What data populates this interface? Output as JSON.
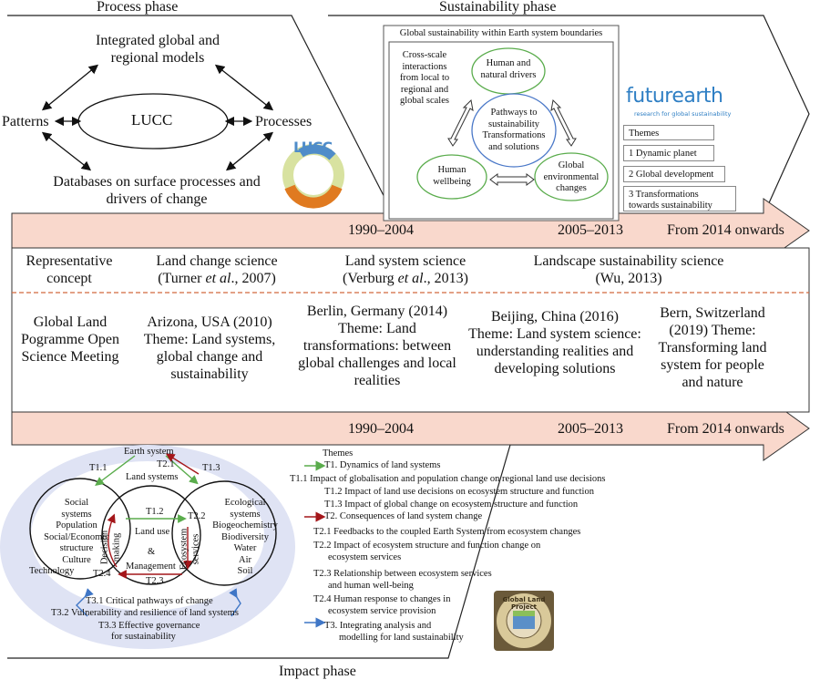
{
  "phases": {
    "process": "Process phase",
    "sustainability": "Sustainability phase",
    "impact": "Impact phase"
  },
  "process_panel": {
    "top": "Integrated global and regional models",
    "left": "Patterns",
    "center": "LUCC",
    "right": "Processes",
    "bottom": "Databases on surface processes and drivers of change",
    "logo_text": "LUCC"
  },
  "sustainability_panel": {
    "title": "Global sustainability within Earth system boundaries",
    "cross_scale": "Cross-scale interactions from local to regional and global scales",
    "human_natural": "Human and natural drivers",
    "pathways": "Pathways to sustainability Transformations and solutions",
    "human_wellbeing": "Human wellbeing",
    "global_env": "Global environmental changes",
    "logo_main": "futurearth",
    "logo_sub": "research for global sustainability",
    "themes_title": "Themes",
    "themes": [
      "1 Dynamic planet",
      "2 Global development",
      "3 Transformations towards sustainability"
    ]
  },
  "timeline": {
    "p1": "1990–2004",
    "p2": "2005–2013",
    "p3": "From 2014 onwards"
  },
  "table": {
    "concept_label": "Representative concept",
    "concept_1a": "Land change science",
    "concept_1b_pre": "(Turner ",
    "concept_1b_em": "et al",
    "concept_1b_post": "., 2007)",
    "concept_2a": "Land system science",
    "concept_2b_pre": "(Verburg ",
    "concept_2b_em": "et al",
    "concept_2b_post": "., 2013)",
    "concept_3a": "Landscape sustainability science",
    "concept_3b": "(Wu, 2013)",
    "meeting_label": "Global Land Pogramme Open Science Meeting",
    "meeting_1": "Arizona, USA (2010) Theme: Land systems, global change and sustainability",
    "meeting_2": "Berlin, Germany (2014) Theme: Land transformations: between global challenges and local realities",
    "meeting_3": "Beijing, China (2016) Theme: Land system science: understanding realities and developing solutions",
    "meeting_4": "Bern, Switzerland (2019) Theme: Transforming land system for people and nature"
  },
  "impact_diagram": {
    "earth_system": "Earth system",
    "t11_top": "T1.1",
    "t21_top": "T2.1",
    "t13_top": "T1.3",
    "land_systems": "Land systems",
    "social": [
      "Social",
      "systems",
      "Population",
      "Social/Economic",
      "structure",
      "Culture",
      "Technology"
    ],
    "t12": "T1.2",
    "land_use": "Land use",
    "amp": "&",
    "management": "Management",
    "decision": "Decision making",
    "ecoserv": "Ecosystem services",
    "t22": "T2.2",
    "t23": "T2.3",
    "t24": "T2.4",
    "ecological": [
      "Ecological",
      "systems",
      "Biogeochemistry",
      "Biodiversity",
      "Water",
      "Air",
      "Soil"
    ],
    "t31": "T3.1 Critical pathways of change",
    "t32": "T3.2 Vulnerability and resilience of land systems",
    "t33a": "T3.3 Effective governance",
    "t33b": "for sustainability"
  },
  "legend": {
    "title": "Themes",
    "t1": "T1. Dynamics of land systems",
    "t1_1": "T1.1 Impact of globalisation and population change on regional land use decisions",
    "t1_2": "T1.2 Impact of land use decisions on ecosystem structure and function",
    "t1_3": "T1.3 Impact of global change on ecosystem structure and function",
    "t2": "T2. Consequences of land system change",
    "t2_1": "T2.1 Feedbacks to the coupled Earth System from ecosystem changes",
    "t2_2a": "T2.2 Impact of ecosystem structure and function change on",
    "t2_2b": "ecosystem services",
    "t2_3a": "T2.3 Relationship between ecosystem services",
    "t2_3b": "and human well-being",
    "t2_4a": "T2.4 Human response to changes in",
    "t2_4b": "ecosystem service provision",
    "t3a": "T3. Integrating analysis and",
    "t3b": "modelling for land sustainability",
    "glp_logo": "Global Land Project"
  },
  "colors": {
    "arrow_fill": "#f9d8cc",
    "dashed_line": "#d2693e",
    "green_arrow": "#5aac4c",
    "red_arrow": "#a4161a",
    "blue_arrow": "#3f76c6",
    "impact_bg": "#dfe3f4"
  }
}
